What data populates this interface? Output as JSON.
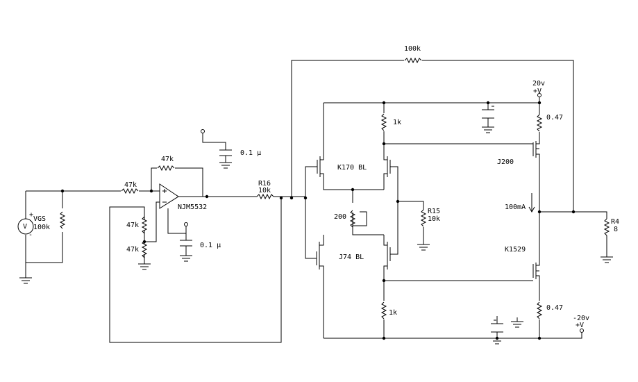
{
  "labels": {
    "fb_res": "100k",
    "pos_supply_voltage": "20v",
    "pos_supply_symbol": "+V",
    "r_1k_top": "1k",
    "r_047_top": "0.47",
    "c_01_top": "0.1 μ",
    "opamp_fb_res": "47k",
    "j200": "J200",
    "k170": "K170 BL",
    "in_res": "47k",
    "r16_name": "R16",
    "r16_value": "10k",
    "opamp": "NJM5532",
    "source_plus": "+",
    "source_name": "VGS",
    "source_value": "100k",
    "source_minus": "-",
    "source_symbol": "V",
    "div_res_top": "47k",
    "div_res_bot": "47k",
    "pot": "200",
    "r15_name": "R15",
    "r15_value": "10k",
    "bias_current": "100mA",
    "c_01_bottom": "0.1 μ",
    "j74": "J74 BL",
    "k1529": "K1529",
    "r_1k_bottom": "1k",
    "r_047_bottom": "0.47",
    "neg_supply_voltage": "-20v",
    "neg_supply_symbol": "+V",
    "r4_name": "R4",
    "r4_value": "8"
  }
}
